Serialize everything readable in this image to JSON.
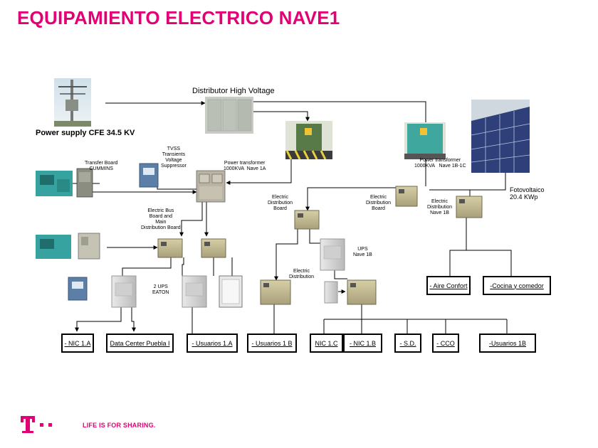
{
  "title": "EQUIPAMIENTO ELECTRICO NAVE1",
  "labels": {
    "power_supply": "Power supply CFE 34.5 KV",
    "distributor_hv": "Distributor High Voltage",
    "transfer_board": "Transfer Board\nCUMMINS",
    "tvss": "TVSS\nTransients\nVoltage\nSuppressor",
    "transformer_1a": "Power transformer\n1000KVA  Nave 1A",
    "transformer_1b1c": "Power transformer\n1000KVA   Nave 1B-1C",
    "fotovoltaico": "Fotovoltaico\n20.4 KWp",
    "edb_left": "Electric\nDistribution\nBoard",
    "edb_right": "Electric\nDistribution\nBoard",
    "edb_nave1b": "Electric\nDistribution\nNave 1B",
    "bus_board": "Electric Bus\nBoard and\nMain\nDistribution Board",
    "ups_nave1b": "UPS\nNave 1B",
    "ups_eaton": "2 UPS\nEATON",
    "electric_distribution": "Electric\nDistribution"
  },
  "boxes": {
    "nic_1a": "- NIC 1.A",
    "data_center": "Data Center Puebla I",
    "usuarios_1a": "- Usuarios 1.A",
    "usuarios_1b_left": "- Usuarios 1 B",
    "nic_1c": "NIC 1.C",
    "nic_1b": "- NIC 1.B",
    "sd": "- S.D.",
    "cco": "- CCO",
    "usuarios_1b_right": "-Usuarios 1B",
    "aire_confort": "- Aire Confort",
    "cocina": "-Cocina y comedor"
  },
  "footer": {
    "slogan": "LIFE IS FOR SHARING."
  },
  "colors": {
    "brand": "#e20074",
    "panel": "#c9c19a",
    "line": "#000000"
  }
}
